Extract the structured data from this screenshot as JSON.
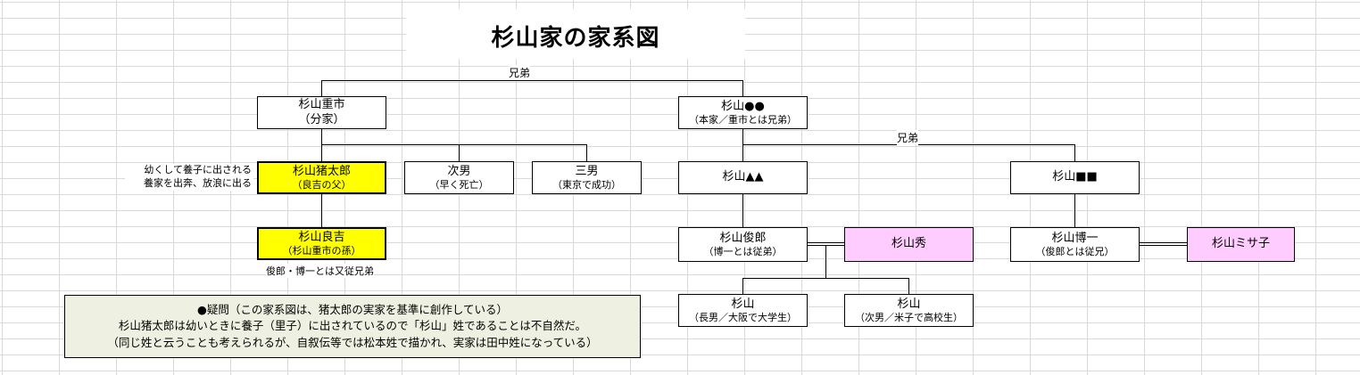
{
  "title": "杉山家の家系図",
  "relation_labels": {
    "top_brothers": "兄弟",
    "second_brothers": "兄弟"
  },
  "people": {
    "shigeichi": {
      "name": "杉山重市",
      "note": "（分家）"
    },
    "honke": {
      "name": "杉山●●",
      "note": "（本家／重市とは兄弟）"
    },
    "itaro": {
      "name": "杉山猪太郎",
      "note": "（良吉の父）"
    },
    "jinan": {
      "name": "次男",
      "note": "（早く死亡）"
    },
    "sannan": {
      "name": "三男",
      "note": "（東京で成功）"
    },
    "triangle": {
      "name": "杉山▲▲"
    },
    "square": {
      "name": "杉山■■"
    },
    "ryokichi": {
      "name": "杉山良吉",
      "note": "（杉山重市の孫）"
    },
    "shunro": {
      "name": "杉山俊郎",
      "note": "（博一とは従弟）"
    },
    "hide": {
      "name": "杉山秀"
    },
    "hirokazu": {
      "name": "杉山博一",
      "note": "（俊郎とは従兄）"
    },
    "misako": {
      "name": "杉山ミサ子"
    },
    "chonan": {
      "name": "杉山",
      "note": "（長男／大阪で大学生）"
    },
    "jinan2": {
      "name": "杉山",
      "note": "（次男／米子で高校生）"
    }
  },
  "itaro_side_note": {
    "line1": "幼くして養子に出される",
    "line2": "養家を出奔、放浪に出る"
  },
  "ryokichi_below_note": "俊郎・博一とは又従兄弟",
  "question": {
    "line1": "●疑問（この家系図は、猪太郎の実家を基準に創作している）",
    "line2": "杉山猪太郎は幼いときに養子（里子）に出されているので「杉山」姓であることは不自然だ。",
    "line3": "（同じ姓と云うことも考えられるが、自叙伝等では松本姓で描かれ、実家は田中姓になっている）"
  },
  "colors": {
    "highlight": "#ffff00",
    "spouse": "#ffccff",
    "note_bg": "#eef1e1",
    "grid": "#d9d9d9"
  }
}
